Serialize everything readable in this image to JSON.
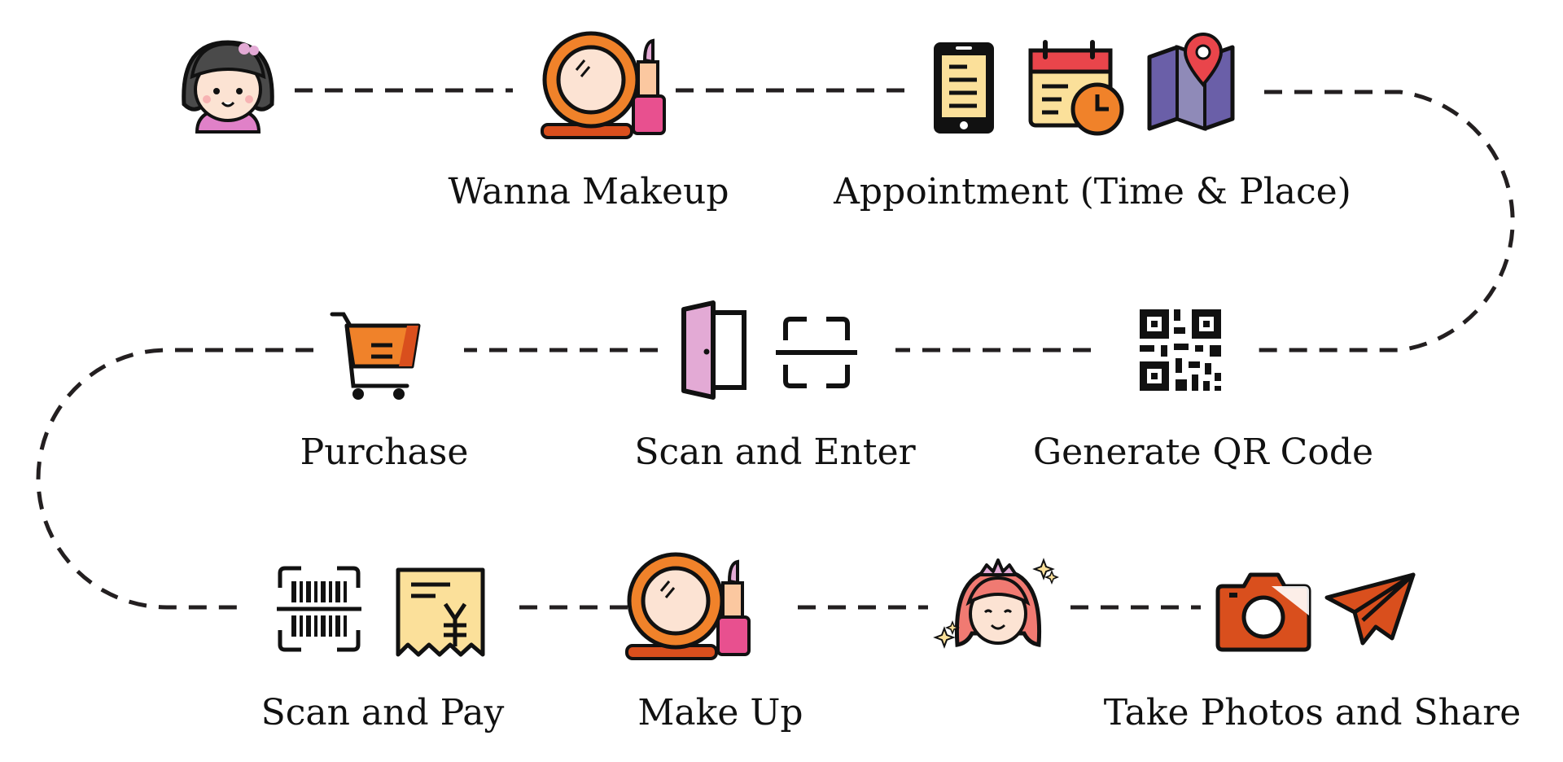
{
  "colors": {
    "ink": "#111111",
    "dash": "#231f20",
    "orange": "#f0822a",
    "orange_dark": "#d94f1d",
    "yellow": "#fbe09a",
    "pink": "#e8508f",
    "lilac": "#e3aad5",
    "purple": "#6a5fa8",
    "skin": "#fce3d3",
    "red": "#e9454b",
    "hair_red": "#f07a72"
  },
  "steps": [
    {
      "id": "start",
      "label": "",
      "icons": [
        "girl-avatar-icon"
      ]
    },
    {
      "id": "wanna-makeup",
      "label": "Wanna Makeup",
      "icons": [
        "compact-mirror-lipstick-icon"
      ]
    },
    {
      "id": "appointment",
      "label": "Appointment (Time & Place)",
      "icons": [
        "smartphone-icon",
        "calendar-clock-icon",
        "map-pin-icon"
      ]
    },
    {
      "id": "generate-qr",
      "label": "Generate QR Code",
      "icons": [
        "qr-code-icon"
      ]
    },
    {
      "id": "scan-enter",
      "label": "Scan and Enter",
      "icons": [
        "door-icon",
        "scan-frame-icon"
      ]
    },
    {
      "id": "purchase",
      "label": "Purchase",
      "icons": [
        "shopping-cart-icon"
      ]
    },
    {
      "id": "scan-pay",
      "label": "Scan and Pay",
      "icons": [
        "barcode-scan-icon",
        "yuan-receipt-icon"
      ]
    },
    {
      "id": "make-up",
      "label": "Make Up",
      "icons": [
        "compact-mirror-lipstick-icon"
      ]
    },
    {
      "id": "result",
      "label": "",
      "icons": [
        "princess-girl-icon"
      ]
    },
    {
      "id": "photos-share",
      "label": "Take Photos and Share",
      "icons": [
        "camera-icon",
        "paper-plane-icon"
      ]
    }
  ]
}
